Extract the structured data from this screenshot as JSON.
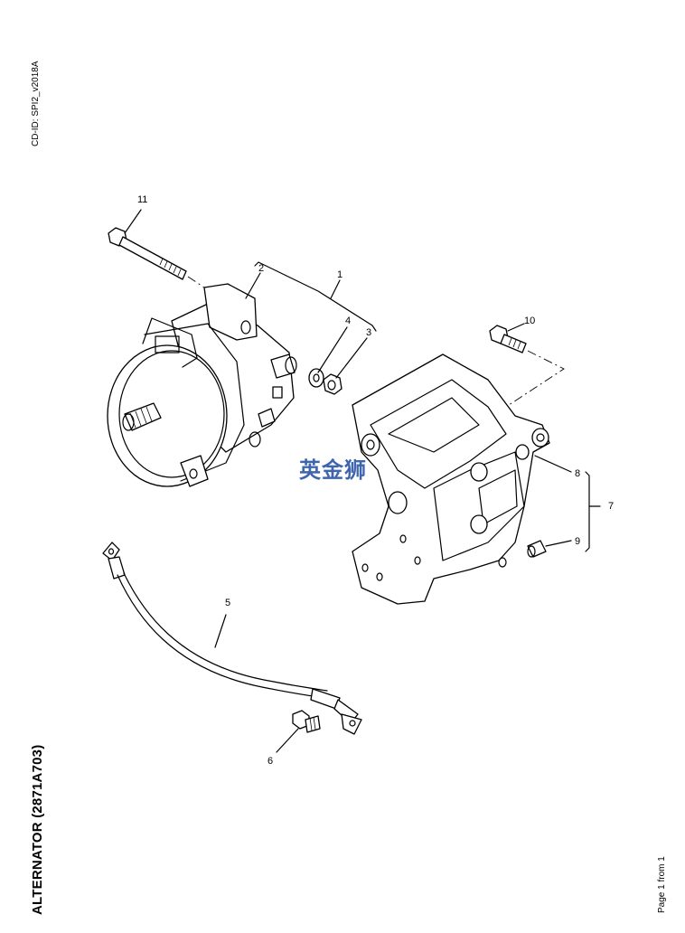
{
  "header": {
    "cd_id": "CD-ID: SPI2_v2018A"
  },
  "title": "ALTERNATOR (2871A703)",
  "footer": {
    "page": "Page 1 from 1"
  },
  "watermark": "英金狮",
  "callouts": {
    "c1": "1",
    "c2": "2",
    "c3": "3",
    "c4": "4",
    "c5": "5",
    "c6": "6",
    "c7": "7",
    "c8": "8",
    "c9": "9",
    "c10": "10",
    "c11": "11"
  }
}
